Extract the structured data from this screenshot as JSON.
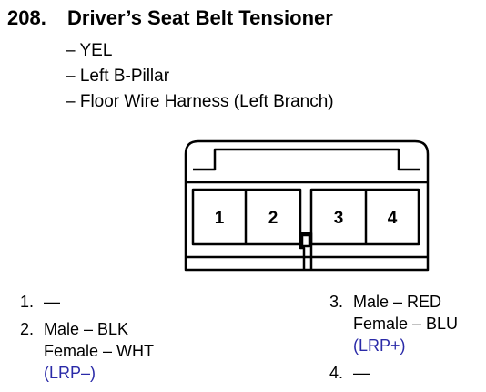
{
  "header": {
    "number": "208.",
    "title": "Driver’s Seat Belt Tensioner"
  },
  "details": [
    "– YEL",
    "– Left B-Pillar",
    "– Floor Wire Harness (Left Branch)"
  ],
  "connector": {
    "cavities": [
      "1",
      "2",
      "3",
      "4"
    ]
  },
  "pins": {
    "p1": {
      "index": "1.",
      "text": "—"
    },
    "p2": {
      "index": "2.",
      "male": "Male – BLK",
      "female": "Female – WHT",
      "code": "(LRP–)"
    },
    "p3": {
      "index": "3.",
      "male": "Male – RED",
      "female": "Female – BLU",
      "code": "(LRP+)"
    },
    "p4": {
      "index": "4.",
      "text": "—"
    }
  },
  "colors": {
    "code_text": "#2a2aa8"
  }
}
